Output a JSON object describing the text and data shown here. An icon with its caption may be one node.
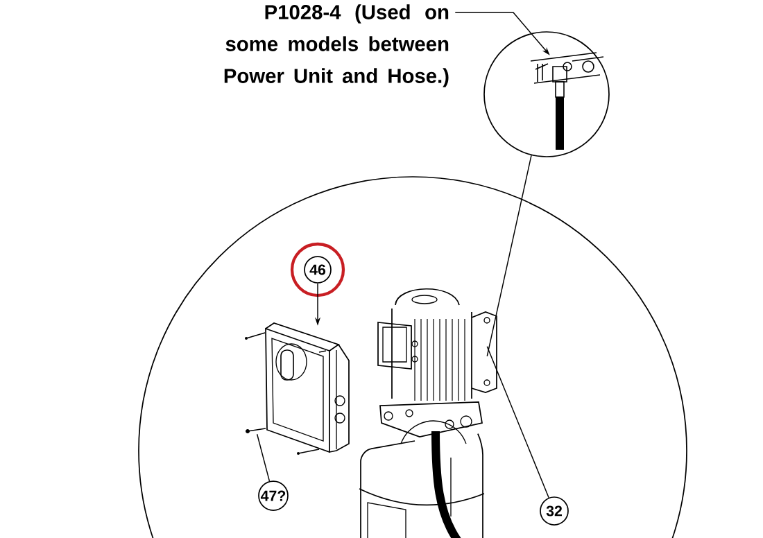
{
  "diagram": {
    "nodes": [
      {
        "text": [
          "P1028-4 (Used on some models between Power Unit and Hose.)"
        ]
      },
      {
        "text": [],
        "shape": "circle"
      },
      {
        "text": [],
        "shape": "picture",
        "in": 1
      },
      {
        "text": [],
        "shape": "circle"
      },
      {
        "text": [
          "46"
        ],
        "in": 3
      },
      {
        "text": [],
        "shape": "picture",
        "in": 3
      },
      {
        "text": [
          "47?"
        ],
        "in": 3
      },
      {
        "text": [],
        "shape": "picture",
        "in": 3
      },
      {
        "text": [
          "32"
        ],
        "in": 3
      },
      {
        "text": [],
        "shape": "picture",
        "in": 3
      }
    ],
    "edges": [
      {
        "from": 0,
        "to": 2,
        "arrow": "to"
      },
      {
        "from": 1,
        "to": 9,
        "arrow": "none"
      },
      {
        "from": 4,
        "to": 5,
        "arrow": "to"
      },
      {
        "from": 6,
        "to": 7,
        "arrow": "none"
      },
      {
        "from": 8,
        "to": 9,
        "arrow": "none"
      }
    ]
  }
}
